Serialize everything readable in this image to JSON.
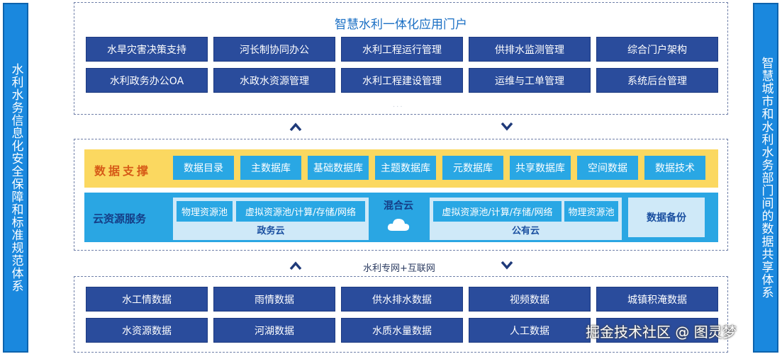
{
  "left_banner": "水利水务信息化安全保障和标准规范体系",
  "right_banner": "智慧城市和水利水务部门间的数据共享体系",
  "portal": {
    "title": "智慧水利一体化应用门户",
    "row1": [
      "水旱灾害决策支持",
      "河长制协同办公",
      "水利工程运行管理",
      "供排水监测管理",
      "综合门户架构"
    ],
    "row2": [
      "水利政务办公OA",
      "水政水资源管理",
      "水利工程建设管理",
      "运维与工单管理",
      "系统后台管理"
    ],
    "more": "..."
  },
  "data_support": {
    "label": "数据支撑",
    "items": [
      "数据目录",
      "主数据库",
      "基础数据库",
      "主题数据库",
      "元数据库",
      "共享数据库",
      "空间数据",
      "数据技术"
    ]
  },
  "cloud": {
    "label": "云资源服务",
    "gov_cloud": {
      "name": "政务云",
      "items": [
        "物理资源池",
        "虚拟资源池/计算/存储/网络"
      ]
    },
    "mixed": "混合云",
    "public_cloud": {
      "name": "公有云",
      "items": [
        "虚拟资源池/计算/存储/网络",
        "物理资源池"
      ]
    },
    "backup": "数据备份"
  },
  "network_label": "水利专网+互联网",
  "data_sources": {
    "row1": [
      "水工情数据",
      "雨情数据",
      "供水排水数据",
      "视频数据",
      "城镇积淹数据"
    ],
    "row2": [
      "水资源数据",
      "河湖数据",
      "水质水量数据",
      "人工数据",
      ""
    ]
  },
  "watermark": "掘金技术社区 @ 图灵梦",
  "colors": {
    "tile_dark": "#2a4c9c",
    "data_support_bg": "#fbd860",
    "cloud_bg": "#2aa6e3",
    "side_bar": "#1a88de"
  }
}
